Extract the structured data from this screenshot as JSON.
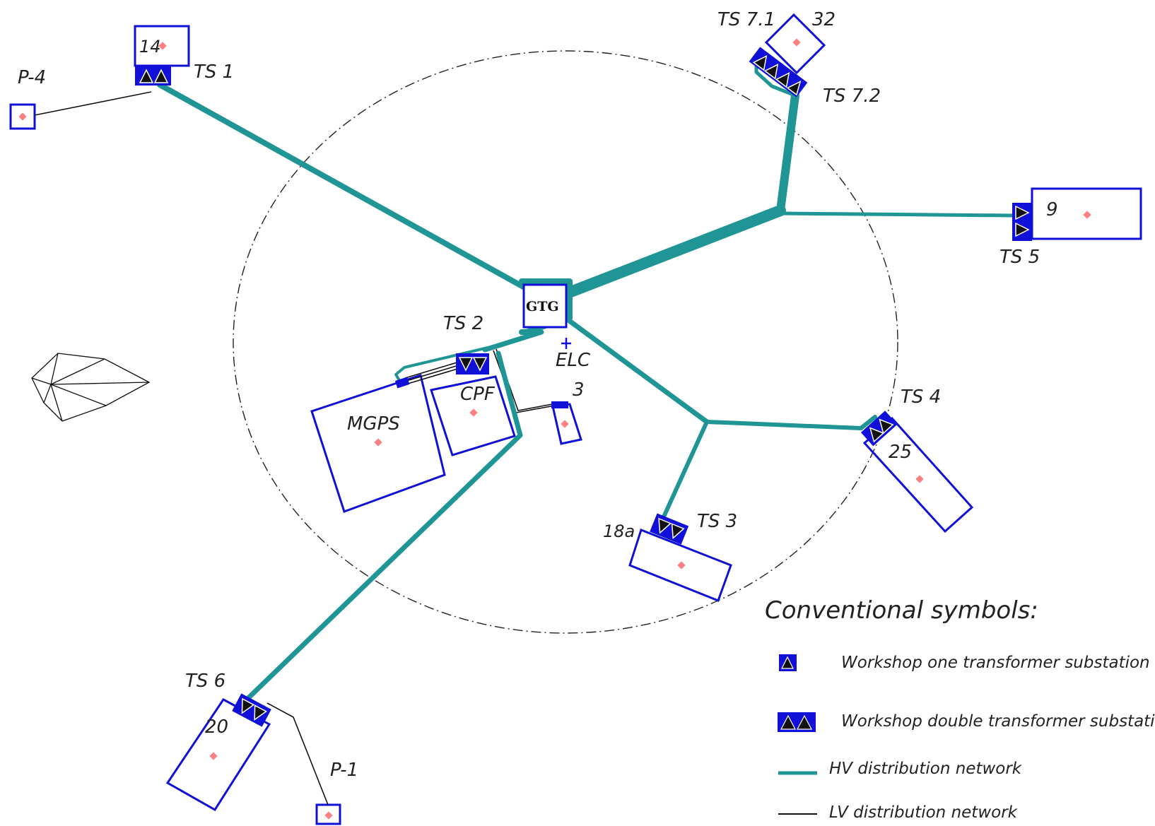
{
  "colors": {
    "hv_network": "#1f9596",
    "lv_network": "#111111",
    "building_outline": "#1010d8",
    "substation": "#1010d8",
    "center_marker": "#ff8080"
  },
  "buildings": {
    "b14": "14",
    "b32": "32",
    "b9": "9",
    "b25": "25",
    "b18a": "18a",
    "b20": "20",
    "mgps": "MGPS",
    "cpf": "CPF",
    "b3": "3"
  },
  "substations": {
    "ts1": "TS 1",
    "ts71": "TS 7.1",
    "ts72": "TS 7.2",
    "ts5": "TS 5",
    "ts2": "TS 2",
    "ts4": "TS 4",
    "ts3": "TS 3",
    "ts6": "TS 6"
  },
  "consumers": {
    "p4": "P-4",
    "p1": "P-1"
  },
  "center": {
    "gtg": "GTG",
    "elc": "ELC"
  },
  "legend": {
    "title": "Conventional symbols:",
    "one_transformer": "Workshop one transformer substation",
    "double_transformer": "Workshop double transformer substation",
    "hv": "HV distribution network",
    "lv": "LV distribution network"
  }
}
